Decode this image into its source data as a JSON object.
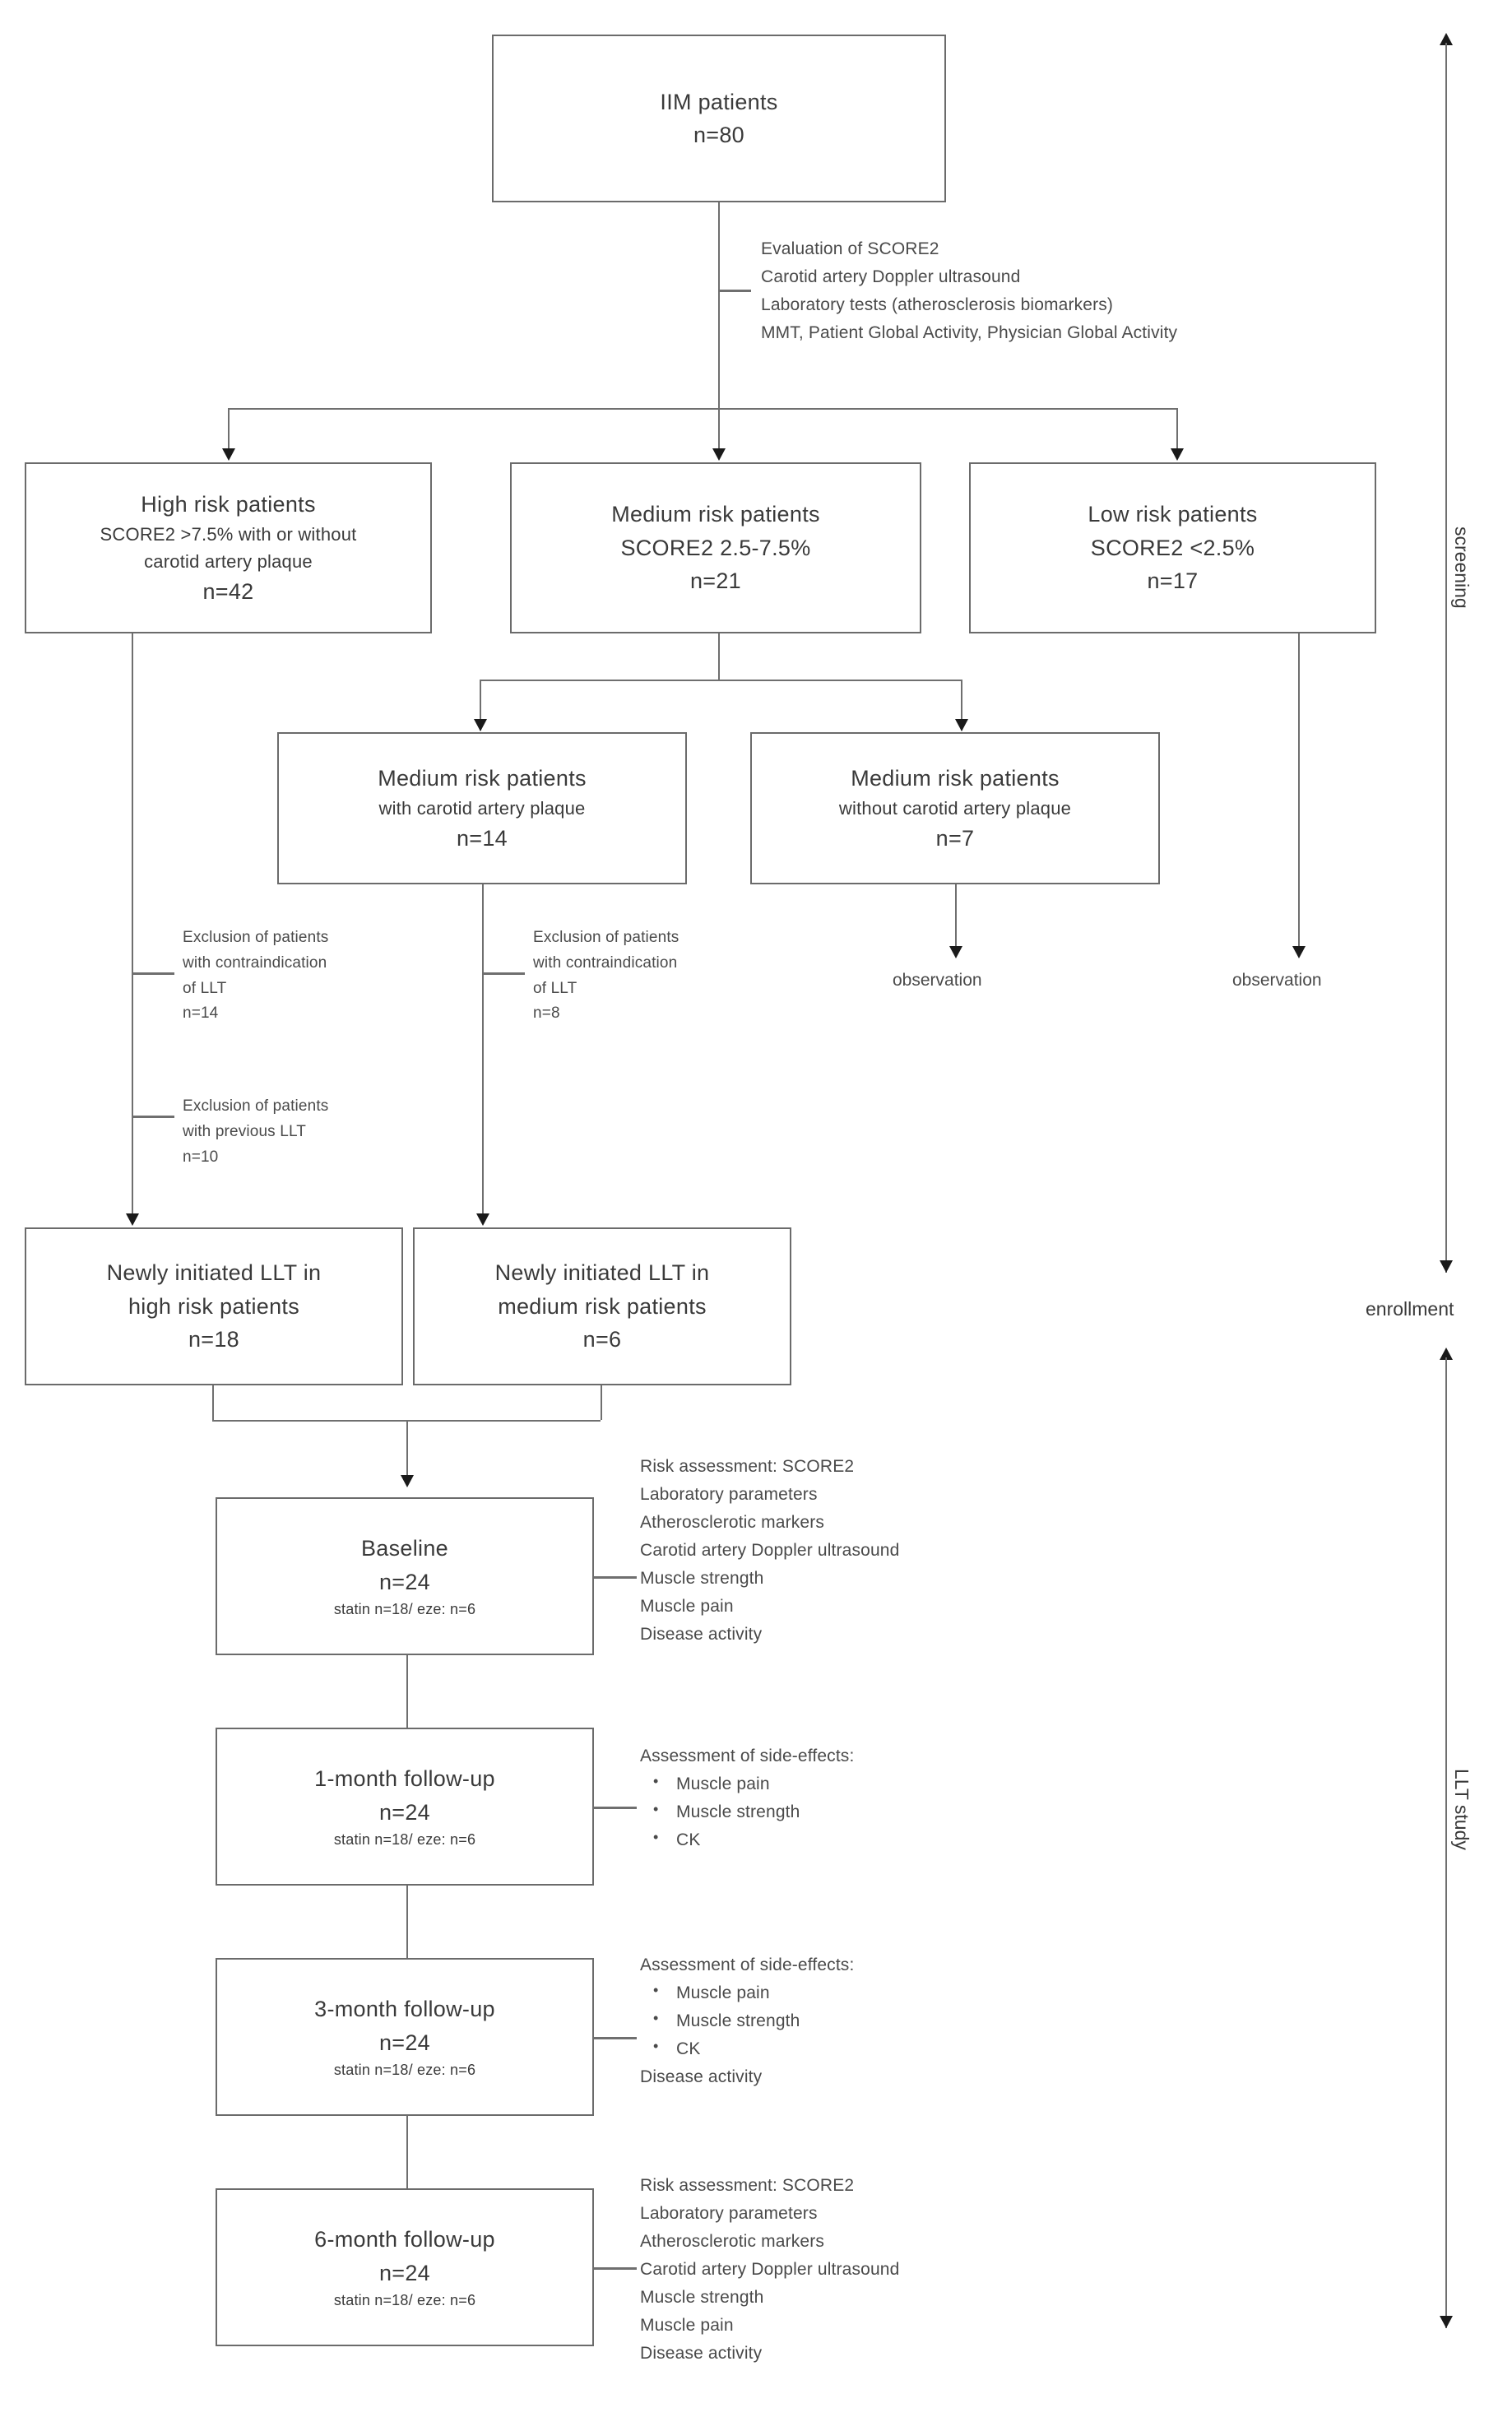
{
  "diagram": {
    "title": "IIM LLT study flow diagram",
    "type": "flowchart"
  },
  "nodes": {
    "iim_patients": {
      "line1": "IIM patients",
      "line2": "n=80"
    },
    "high_risk": {
      "line1": "High risk patients",
      "line2": "SCORE2 >7.5% with or without",
      "line3": "carotid artery plaque",
      "line4": "n=42"
    },
    "medium_risk": {
      "line1": "Medium risk patients",
      "line2": "SCORE2 2.5-7.5%",
      "line3": "n=21"
    },
    "low_risk": {
      "line1": "Low risk patients",
      "line2": "SCORE2 <2.5%",
      "line3": "n=17"
    },
    "medium_with_plaque": {
      "line1": "Medium risk patients",
      "line2": "with carotid artery plaque",
      "line3": "n=14"
    },
    "medium_without_plaque": {
      "line1": "Medium risk patients",
      "line2": "without carotid artery plaque",
      "line3": "n=7"
    },
    "llt_high": {
      "line1": "Newly initiated LLT in",
      "line2": "high risk patients",
      "line3": "n=18"
    },
    "llt_medium": {
      "line1": "Newly initiated LLT in",
      "line2": "medium risk patients",
      "line3": "n=6"
    },
    "baseline": {
      "line1": "Baseline",
      "line2": "n=24",
      "line3": "statin n=18/ eze: n=6"
    },
    "followup_1m": {
      "line1": "1-month  follow-up",
      "line2": "n=24",
      "line3": "statin n=18/ eze: n=6"
    },
    "followup_3m": {
      "line1": "3-month  follow-up",
      "line2": "n=24",
      "line3": "statin n=18/ eze: n=6"
    },
    "followup_6m": {
      "line1": "6-month  follow-up",
      "line2": "n=24",
      "line3": "statin n=18/ eze: n=6"
    }
  },
  "annotations": {
    "screening_assessments": [
      "Evaluation of SCORE2",
      "Carotid artery Doppler ultrasound",
      "Laboratory tests (atherosclerosis biomarkers)",
      "MMT, Patient Global Activity, Physician Global Activity"
    ],
    "exclusion_high_contraindication": [
      "Exclusion of patients",
      "with contraindication",
      "of LLT",
      "n=14"
    ],
    "exclusion_high_previous": [
      "Exclusion of patients",
      "with previous LLT",
      "n=10"
    ],
    "exclusion_medium_contraindication": [
      "Exclusion of patients",
      "with contraindication",
      "of LLT",
      "n=8"
    ],
    "observation_medium": "observation",
    "observation_low": "observation",
    "baseline_assessments": [
      "Risk assessment: SCORE2",
      "Laboratory parameters",
      "Atherosclerotic markers",
      "Carotid artery Doppler ultrasound",
      "Muscle strength",
      "Muscle pain",
      "Disease activity"
    ],
    "followup_1m_assessments": {
      "heading": "Assessment of side-effects:",
      "items": [
        "Muscle pain",
        "Muscle strength",
        "CK"
      ],
      "footer": ""
    },
    "followup_3m_assessments": {
      "heading": "Assessment of side-effects:",
      "items": [
        "Muscle pain",
        "Muscle strength",
        "CK"
      ],
      "footer": "Disease activity"
    },
    "followup_6m_assessments": [
      "Risk assessment: SCORE2",
      "Laboratory parameters",
      "Atherosclerotic markers",
      "Carotid artery Doppler ultrasound",
      "Muscle strength",
      "Muscle pain",
      "Disease activity"
    ]
  },
  "phases": {
    "screening": "screening",
    "enrollment": "enrollment",
    "llt_study": "LLT study"
  },
  "colors": {
    "box_border": "#6b6b6b",
    "connector": "#6f6f6f",
    "arrow": "#1a1a1a",
    "text": "#3a3a3a",
    "annotation_text": "#4a4a4a",
    "background": "#ffffff"
  }
}
